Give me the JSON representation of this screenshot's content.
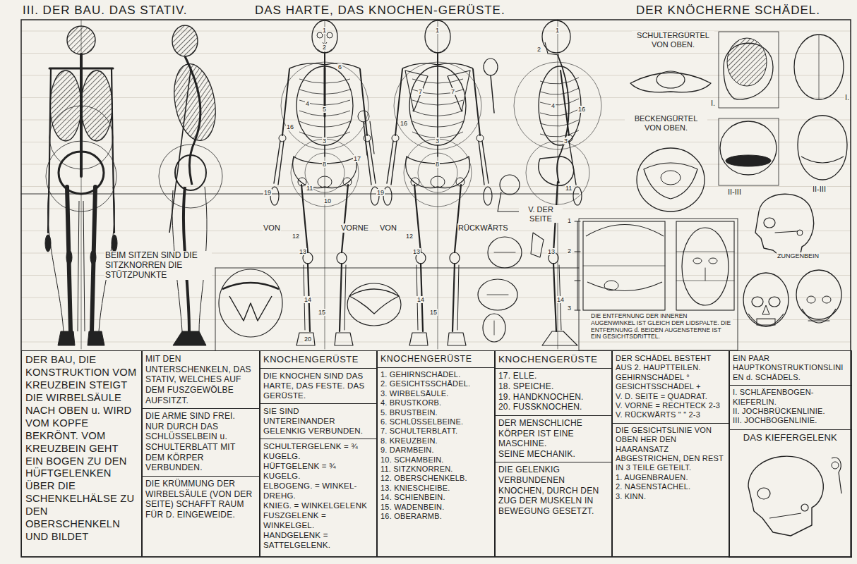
{
  "diagram": {
    "title": "III. DER BAU. DAS STATIV.",
    "nodes": [
      {
        "text": [
          "DER BAU, DIE KONSTRUKTION VOM KREUZBEIN STEIGT DIE WIRBELSÄULE NACH OBEN u. WIRD VOM KOPFE BEKRÖNT. VOM KREUZBEIN GEHT EIN BOGEN ZU DEN HÜFTGELENKEN ÜBER DIE SCHENKELHÄLSE ZU DEN OBERSCHENKELN UND BILDET"
        ]
      },
      {
        "text": [
          "MIT DEN UNTERSCHENKELN, DAS STATIV, WELCHES AUF DEM FUSZGEWÖLBE AUFSITZT.",
          "DIE ARME SIND FREI. NUR DURCH DAS SCHLÜSSELBEIN u. SCHULTERBLATT MIT DEM KÖRPER VERBUNDEN.",
          "DIE KRÜMMUNG DER WIRBELSÄULE (VON DER SEITE) SCHAFFT RAUM FÜR D. EINGEWEIDE."
        ]
      },
      {
        "text": [
          "KNOCHENGERÜSTE",
          "DIE KNOCHEN SIND DAS HARTE, DAS FESTE. DAS GERÜSTE.",
          "SIE SIND UNTEREINANDER GELENKIG VERBUNDEN.",
          "SCHULTERGELENK = ¾ KUGELG.",
          "HÜFTGELENK = ¾ KUGELG.",
          "ELBOGENG. = WINKEL-DREHG.",
          "KNIEG. = WINKELGELENK",
          "FUSZGELENK = WINKELGEL.",
          "HANDGELENK = SATTELGELENK."
        ]
      },
      {
        "text": [
          "KNOCHENGERÜSTE",
          "1. GEHIRNSCHÄDEL.",
          "2. GESICHTSSCHÄDEL.",
          "3. WIRBELSÄULE.",
          "4. BRUSTKORB.",
          "5. BRUSTBEIN.",
          "6. SCHLÜSSELBEINE.",
          "7. SCHULTERBLATT.",
          "8. KREUZBEIN.",
          "9. DARMBEIN.",
          "10. SCHAMBEIN.",
          "11. SITZKNORREN.",
          "12. OBERSCHENKELB.",
          "13. KNIESCHEIBE.",
          "14. SCHIENBEIN.",
          "15. WADENBEIN.",
          "16. OBERARMB."
        ]
      },
      {
        "text": [
          "KNOCHENGERÜSTE",
          "17. ELLE.",
          "18. SPEICHE.",
          "19. HANDKNOCHEN.",
          "20. FUSSKNOCHEN.",
          "DER MENSCHLICHE KÖRPER IST EINE MASCHINE.",
          "SEINE MECHANIK.",
          "DIE GELENKIG VERBUNDENEN KNOCHEN, DURCH DEN ZUG DER MUSKELN IN BEWEGUNG GESETZT."
        ]
      },
      {
        "text": [
          "DER SCHÄDEL BESTEHT AUS 2. HAUPTTEILEN.",
          "GEHIRNSCHÄDEL °",
          "GESICHTSSCHÄDEL +",
          "V. D. SEITE = QUADRAT.",
          "V. VORNE = RECHTECK 2-3",
          "V. RÜCKWÄRTS \" \" 2-3",
          "DIE GESICHTSLINIE VON OBEN HER DEN HAARANSATZ ABGESTRICHEN, DEN REST IN 3 TEILE GETEILT.",
          "1. AUGENBRAUEN.",
          "2. NASENSTACHEL.",
          "3. KINN."
        ]
      },
      {
        "text": [
          "EIN PAAR HAUPTKONSTRUKTIONSLINIEN d. SCHÄDELS.",
          "I. SCHLÄFENBOGEN-KIEFERLIN.",
          "II. JOCHBRÜCKENLINIE.",
          "III. JOCHBOGENLINIE."
        ]
      },
      {
        "text": [
          "DAS KIEFERGELENK"
        ],
        "in": 6
      }
    ],
    "labels": [
      "DAS HARTE, DAS KNOCHEN-GERÜSTE.",
      "DER KNÖCHERNE SCHÄDEL.",
      "SCHULTERGÜRTEL VON OBEN.",
      "BECKENGÜRTEL VON OBEN.",
      "I.",
      "I.",
      "II-III",
      "II-III",
      "BEIM SITZEN SIND DIE SITZKNORREN DIE STÜTZPUNKTE",
      "VON",
      "VORNE",
      "VON",
      "RÜCKWÄRTS",
      "V. DER SEITE",
      "ZUNGENBEIN",
      "DIE ENTFERNUNG DER INNEREN AUGENWINKEL IST GLEICH DER LIDSPALTE. DIE ENTFERNUNG d. BEIDEN AUGENSTERNE IST EIN GESICHTSDRITTEL.",
      "1",
      "2",
      "3",
      "1",
      "2",
      "6",
      "4",
      "5",
      "3",
      "16",
      "17",
      "8",
      "11",
      "10",
      "19",
      "12",
      "13",
      "14",
      "15",
      "20",
      "1",
      "7",
      "7",
      "3",
      "16",
      "8",
      "19",
      "12",
      "13",
      "14",
      "15",
      "1",
      "2",
      "4",
      "16",
      "3",
      "11",
      "13",
      "14"
    ]
  }
}
